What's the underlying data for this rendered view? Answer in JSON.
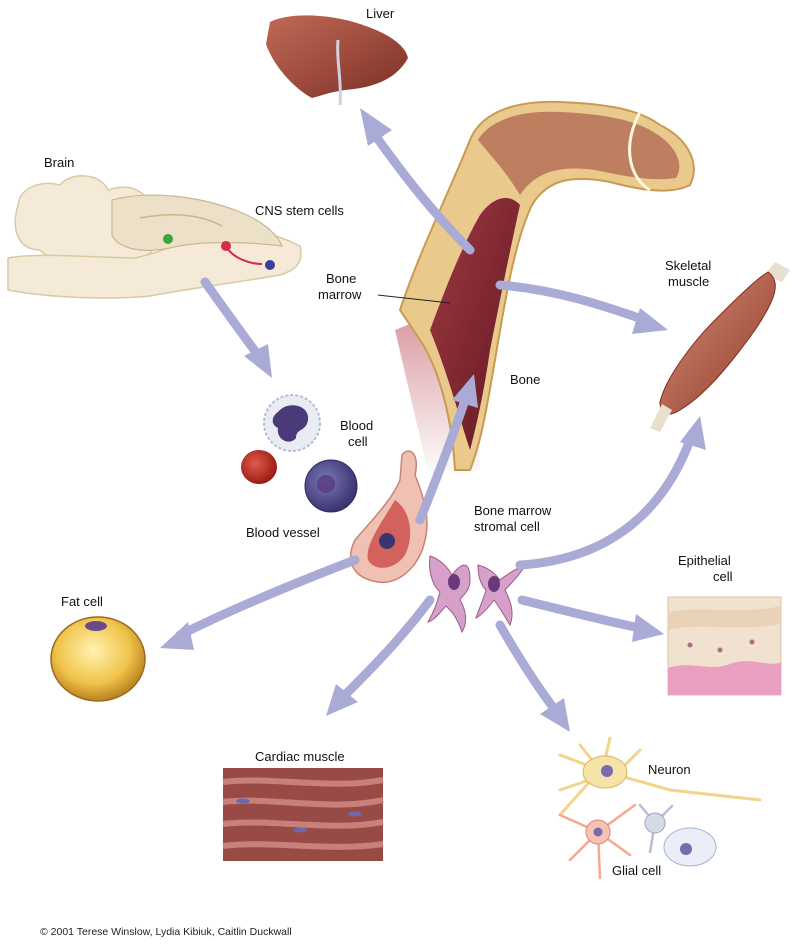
{
  "labels": {
    "liver": "Liver",
    "brain": "Brain",
    "cns_stem_cells": "CNS stem cells",
    "bone_marrow_1": "Bone",
    "bone_marrow_2": "marrow",
    "skeletal_muscle_1": "Skeletal",
    "skeletal_muscle_2": "muscle",
    "bone": "Bone",
    "blood_cell_1": "Blood",
    "blood_cell_2": "cell",
    "blood_vessel": "Blood vessel",
    "stromal_cell_1": "Bone marrow",
    "stromal_cell_2": "stromal cell",
    "epithelial_cell_1": "Epithelial",
    "epithelial_cell_2": "cell",
    "fat_cell": "Fat cell",
    "cardiac_muscle": "Cardiac muscle",
    "neuron": "Neuron",
    "glial_cell": "Glial cell"
  },
  "credit": "© 2001 Terese Winslow, Lydia Kibiuk, Caitlin Duckwall",
  "colors": {
    "arrow": "#a9abd6",
    "bone": "#e7c98a",
    "marrow": "#7e2630",
    "muscle": "#b35a45",
    "liver": "#9a4a3c",
    "fat": "#e8b640",
    "cell_purple": "#8a4a80"
  }
}
